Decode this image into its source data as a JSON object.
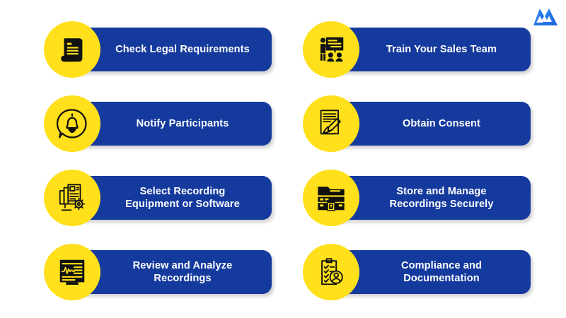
{
  "brand": {
    "logo_icon": "mountain-logo-icon",
    "logo_color": "#2e7ef0"
  },
  "theme": {
    "pill_color": "#153a9e",
    "badge_color": "#ffe01b",
    "label_color": "#ffffff",
    "icon_color": "#111111",
    "background": "#ffffff"
  },
  "items": [
    {
      "label": "Check Legal Requirements",
      "icon": "scroll-document-icon",
      "name": "check-legal-requirements"
    },
    {
      "label": "Train Your Sales Team",
      "icon": "presentation-training-icon",
      "name": "train-your-sales-team"
    },
    {
      "label": "Notify Participants",
      "icon": "bell-notification-icon",
      "name": "notify-participants"
    },
    {
      "label": "Obtain Consent",
      "icon": "signature-document-icon",
      "name": "obtain-consent"
    },
    {
      "label": "Select Recording\nEquipment or Software",
      "icon": "computer-gear-icon",
      "name": "select-recording-equipment-or-software"
    },
    {
      "label": "Store and Manage\nRecordings Securely",
      "icon": "secure-storage-lock-icon",
      "name": "store-and-manage-recordings-securely"
    },
    {
      "label": "Review and Analyze\nRecordings",
      "icon": "monitor-waveform-icon",
      "name": "review-and-analyze-recordings"
    },
    {
      "label": "Compliance and\nDocumentation",
      "icon": "clipboard-checklist-person-icon",
      "name": "compliance-and-documentation"
    }
  ]
}
